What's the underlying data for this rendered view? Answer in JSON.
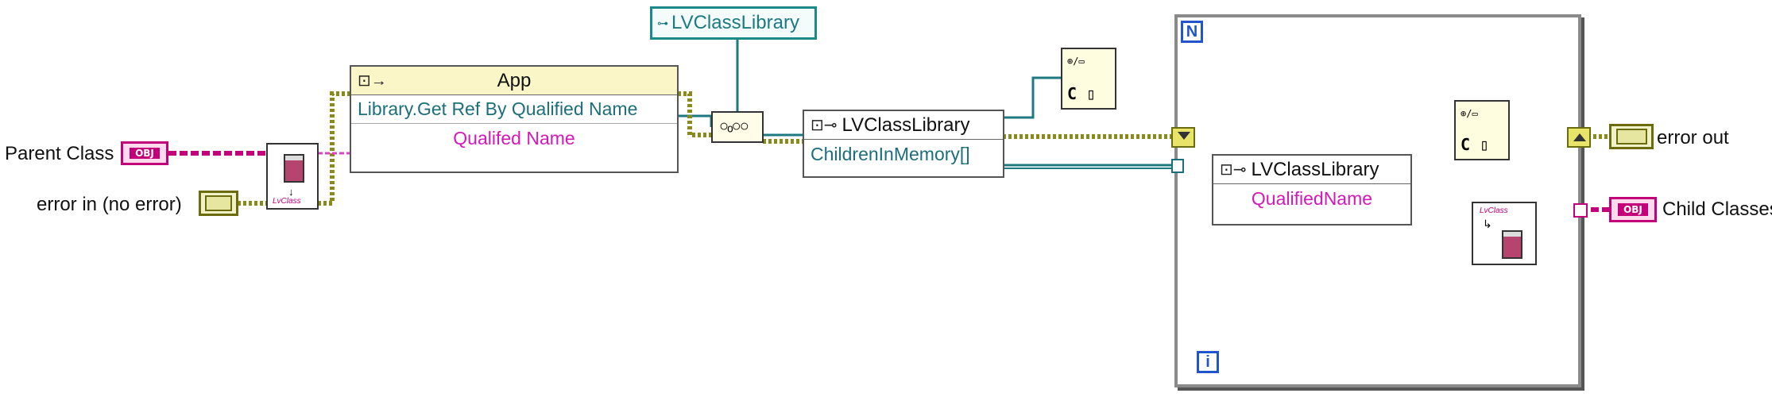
{
  "inputs": {
    "parent_class": "Parent Class",
    "error_in": "error in (no error)"
  },
  "outputs": {
    "error_out": "error out",
    "child_classes": "Child Classes"
  },
  "terminals": {
    "obj": "OBJ",
    "lv_class": "LvClass"
  },
  "app_node": {
    "title": "App",
    "method": "Library.Get Ref By Qualified Name",
    "input": "Qualifed Name"
  },
  "class_constant": "LVClassLibrary",
  "class_node_outer": {
    "title": "LVClassLibrary",
    "property": "ChildrenInMemory[]"
  },
  "class_node_inner": {
    "title": "LVClassLibrary",
    "property": "QualifiedName"
  },
  "loop": {
    "count": "N",
    "iteration": "i"
  },
  "colors": {
    "class_wire": "#c2007a",
    "error_wire": "#8a8a1a",
    "ref_wire": "#1c7a80",
    "string_wire": "#e040c8",
    "loop_terminal": "#2255cc"
  }
}
